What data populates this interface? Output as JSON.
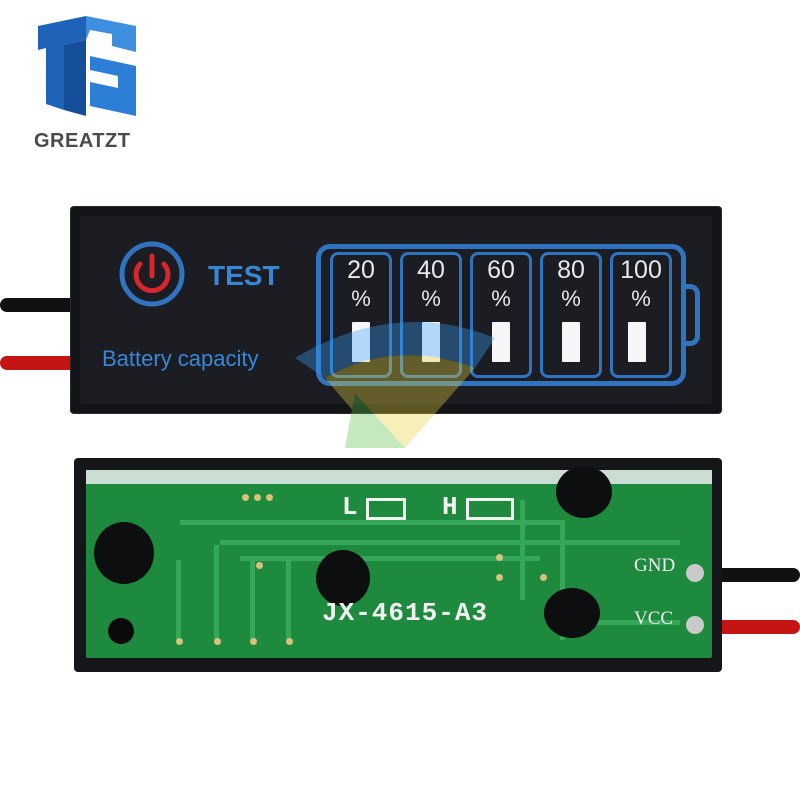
{
  "logo": {
    "brand": "GREATZT",
    "mark": "TZ"
  },
  "front_panel": {
    "test_label": "TEST",
    "capacity_label": "Battery capacity",
    "levels": [
      {
        "value": "20",
        "unit": "%"
      },
      {
        "value": "40",
        "unit": "%"
      },
      {
        "value": "60",
        "unit": "%"
      },
      {
        "value": "80",
        "unit": "%"
      },
      {
        "value": "100",
        "unit": "%"
      }
    ]
  },
  "back_panel": {
    "low_label": "L",
    "high_label": "H",
    "part_number": "JX-4615-A3",
    "gnd_label": "GND",
    "vcc_label": "VCC"
  },
  "colors": {
    "accent_blue": "#2f74c0",
    "power_red": "#d8262c",
    "pcb_green": "#1d8a3e",
    "panel_black": "#121418"
  }
}
